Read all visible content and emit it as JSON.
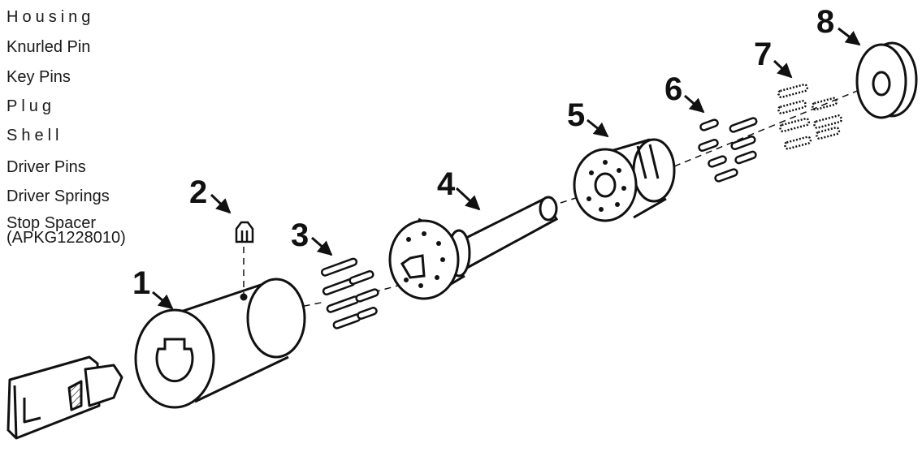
{
  "legend": {
    "items": [
      {
        "label": "Housing",
        "spaced": true
      },
      {
        "label": "Knurled Pin",
        "spaced": false
      },
      {
        "label": "Key Pins",
        "spaced": false
      },
      {
        "label": "Plug",
        "spaced": true
      },
      {
        "label": "Shell",
        "spaced": true
      },
      {
        "label": "Driver Pins",
        "spaced": false
      },
      {
        "label": "Driver Springs",
        "spaced": false
      },
      {
        "label": "Stop Spacer",
        "sub": "(APKG1228010)",
        "spaced": false
      }
    ]
  },
  "callouts": [
    "1",
    "2",
    "3",
    "4",
    "5",
    "6",
    "7",
    "8"
  ]
}
